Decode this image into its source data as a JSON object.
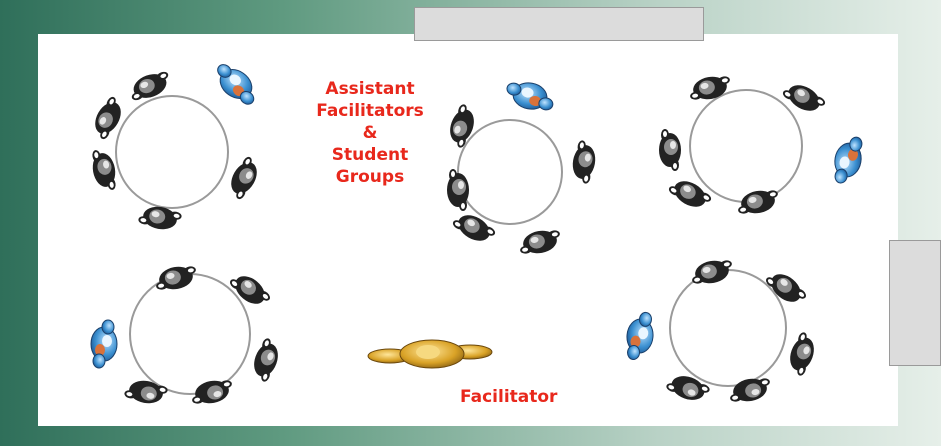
{
  "labels": {
    "groups_line1": "Assistant",
    "groups_line2": "Facilitators",
    "groups_line3": "&",
    "groups_line4": "Student",
    "groups_line5": "Groups",
    "facilitator": "Facilitator"
  },
  "colors": {
    "label_text": "#e8281c",
    "frame_dark": "#2f6f5a",
    "frame_light": "#e6efe9",
    "table_outline": "#9a9a9a",
    "student_figure": "#222222",
    "assistant_figure": "#3a8fd0",
    "assistant_accent": "#d9723a",
    "facilitator_figure": "#c9961e"
  },
  "tables": [
    {
      "id": "table-top-left",
      "students": 5,
      "assistant": "upper-right"
    },
    {
      "id": "table-top-center",
      "students": 5,
      "assistant": "top"
    },
    {
      "id": "table-top-right",
      "students": 5,
      "assistant": "right"
    },
    {
      "id": "table-bottom-left",
      "students": 5,
      "assistant": "left"
    },
    {
      "id": "table-bottom-right",
      "students": 5,
      "assistant": "left"
    }
  ]
}
